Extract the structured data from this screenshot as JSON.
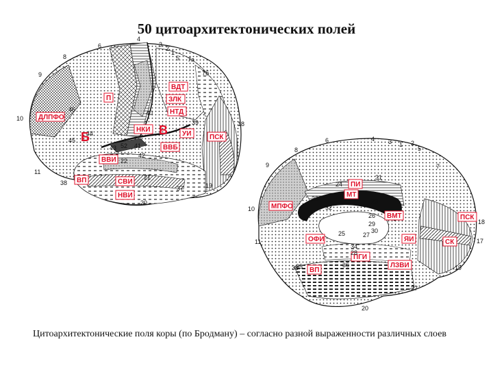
{
  "title": "50 цитоархитектонических полей",
  "caption": "Цитоархитектонические поля коры (по Бродману) – согласно разной выраженности различных слоев",
  "colors": {
    "label": "#e0102a",
    "ink": "#111111",
    "commissure": "#111111"
  },
  "lateral_view": {
    "letters": [
      "Б",
      "В"
    ],
    "region_tags": [
      "ВДТ",
      "П",
      "ЗЛК",
      "НТД",
      "ДЛПФО",
      "НКИ",
      "УИ",
      "ПСК",
      "ВВБ",
      "ВВИ",
      "ВП",
      "СВИ",
      "НВИ"
    ],
    "area_numbers": [
      "6",
      "4",
      "3",
      "2",
      "1",
      "5",
      "7а",
      "8",
      "9",
      "7б",
      "46",
      "40",
      "39",
      "10",
      "45",
      "44",
      "43",
      "41",
      "42",
      "52",
      "22",
      "18",
      "11",
      "21",
      "38",
      "37",
      "19",
      "20"
    ]
  },
  "medial_view": {
    "region_tags": [
      "ПИ",
      "МТ",
      "МПФО",
      "ВМТ",
      "ПСК",
      "ОФИ",
      "ЯИ",
      "СК",
      "ПГИ",
      "ЛЗВИ",
      "ВП"
    ],
    "area_numbers": [
      "6",
      "4",
      "3",
      "1",
      "2",
      "5",
      "8",
      "9",
      "7",
      "24",
      "31",
      "23",
      "33",
      "32",
      "10",
      "26",
      "29",
      "30",
      "18",
      "17",
      "11",
      "25",
      "34",
      "28",
      "27",
      "35",
      "38",
      "36",
      "19",
      "37",
      "20"
    ]
  }
}
